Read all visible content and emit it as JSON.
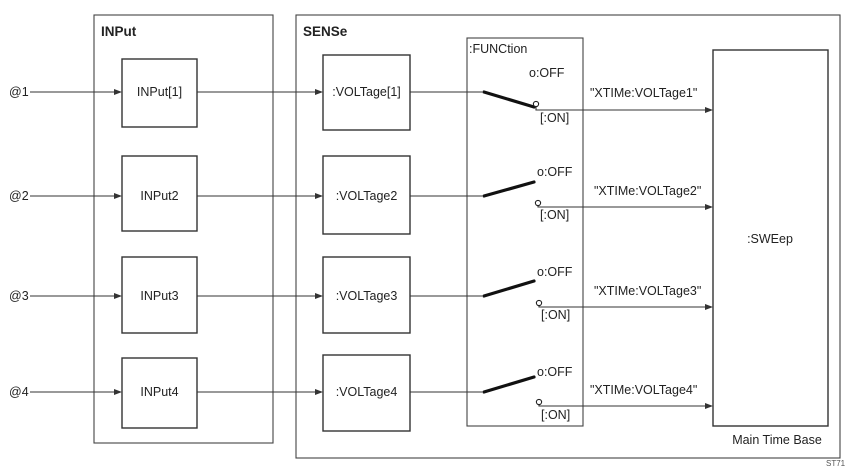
{
  "input_block": {
    "title": "INPut"
  },
  "sense_block": {
    "title": "SENSe"
  },
  "function_block": {
    "title": ":FUNCtion"
  },
  "sweep_block": {
    "label": ":SWEep",
    "caption": "Main Time Base"
  },
  "channels": [
    {
      "input_ref": "@1",
      "input_label": "INPut[1]",
      "voltage_label": ":VOLTage[1]",
      "off_label": "o:OFF",
      "on_label": "[:ON]",
      "signal_label": "\"XTIMe:VOLTage1\""
    },
    {
      "input_ref": "@2",
      "input_label": "INPut2",
      "voltage_label": ":VOLTage2",
      "off_label": "o:OFF",
      "on_label": "[:ON]",
      "signal_label": "\"XTIMe:VOLTage2\""
    },
    {
      "input_ref": "@3",
      "input_label": "INPut3",
      "voltage_label": ":VOLTage3",
      "off_label": "o:OFF",
      "on_label": "[:ON]",
      "signal_label": "\"XTIMe:VOLTage3\""
    },
    {
      "input_ref": "@4",
      "input_label": "INPut4",
      "voltage_label": ":VOLTage4",
      "off_label": "o:OFF",
      "on_label": "[:ON]",
      "signal_label": "\"XTIMe:VOLTage4\""
    }
  ],
  "figure_ref": "ST71"
}
